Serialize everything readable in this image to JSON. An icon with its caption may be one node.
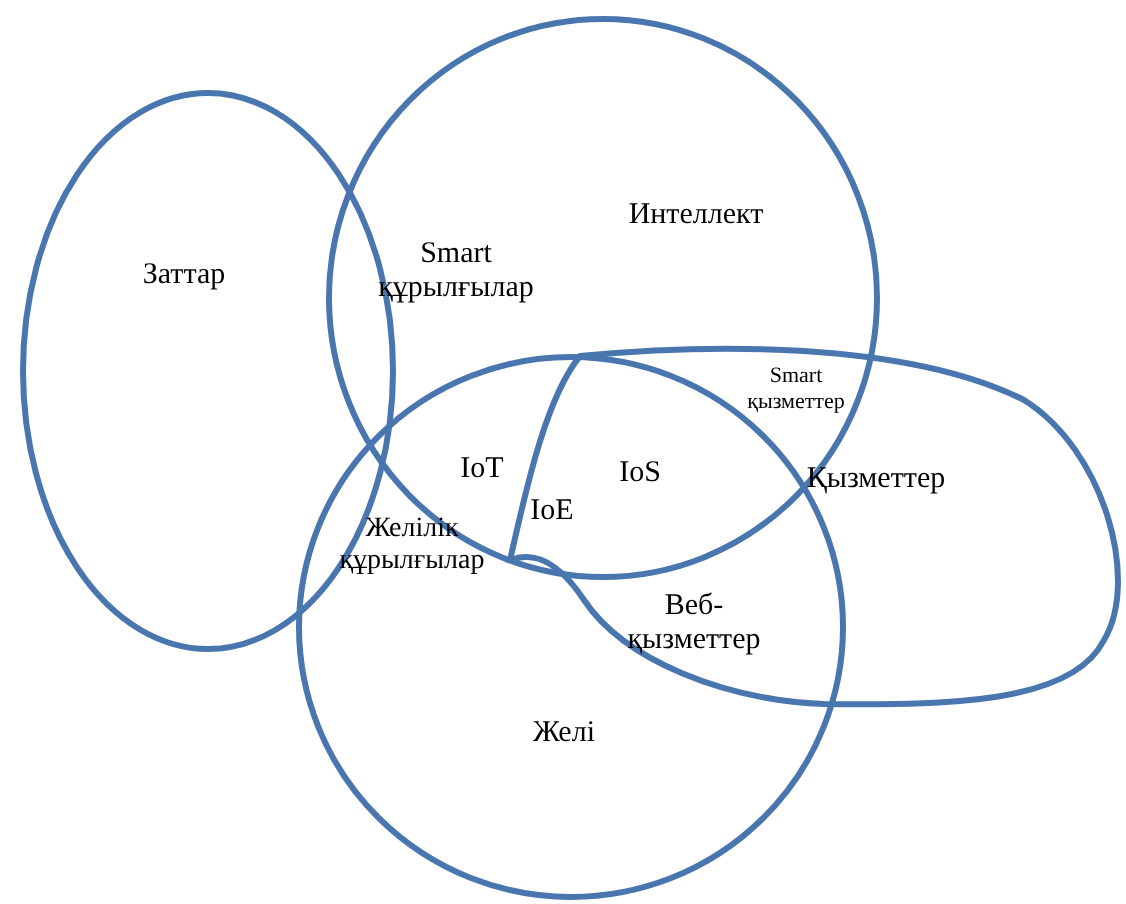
{
  "diagram": {
    "nodes": [
      {
        "text": [
          "Заттар"
        ]
      },
      {
        "text": [
          "Интеллект"
        ]
      },
      {
        "text": [
          "Қызметтер"
        ]
      },
      {
        "text": [
          "Желі"
        ]
      }
    ],
    "labels": [
      "Smart құрылғылар",
      "Smart қызметтер",
      "IoT",
      "IoS",
      "IoE",
      "Желілік құрылғылар",
      "Веб-қызметтер"
    ]
  }
}
